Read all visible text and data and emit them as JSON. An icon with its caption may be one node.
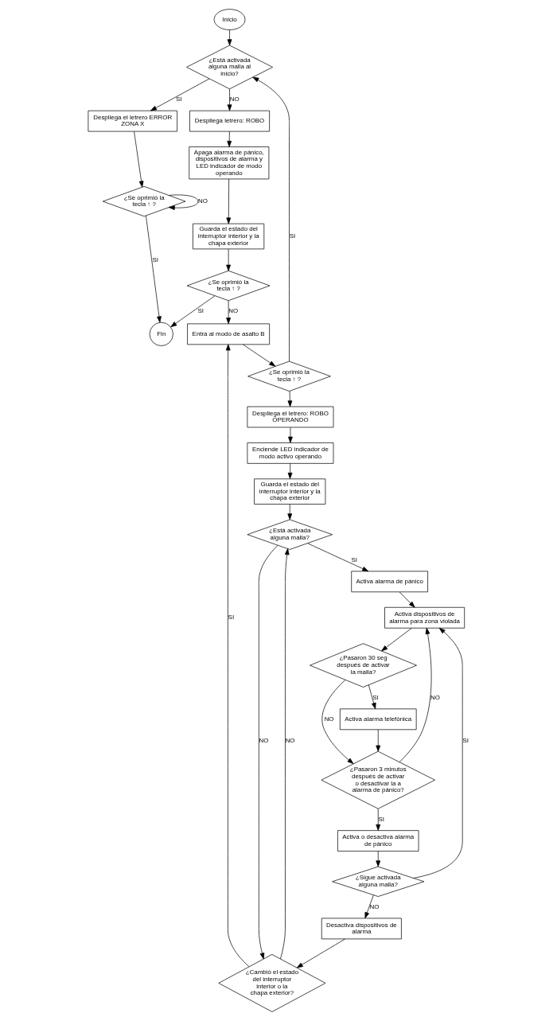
{
  "diagram": {
    "nodes": [
      {
        "text": [
          "Inicio"
        ]
      },
      {
        "text": [
          "¿Está activada alguna malla al inicio?"
        ]
      },
      {
        "text": [
          "Despliega el letrero ERROR ZONA X"
        ]
      },
      {
        "text": [
          "¿Se oprimió la tecla ↑ ?"
        ]
      },
      {
        "text": [
          "Despliega letrero: ROBO"
        ]
      },
      {
        "text": [
          "Apaga alarma de pánico, dispositivos de alarma y LED indicador de modo operando"
        ]
      },
      {
        "text": [
          "Guarda el estado del interruptor interior y la chapa exterior"
        ]
      },
      {
        "text": [
          "¿Se oprimió la tecla ↑ ?"
        ]
      },
      {
        "text": [
          "Fin"
        ]
      },
      {
        "text": [
          "Entra al modo de asalto B"
        ]
      },
      {
        "text": [
          "¿Se oprimió la tecla ↑ ?"
        ]
      },
      {
        "text": [
          "Despliega el letrero: ROBO OPERANDO"
        ]
      },
      {
        "text": [
          "Enciende LED indicador de modo activo operando"
        ]
      },
      {
        "text": [
          "Guarda el estado del interruptor interior y la chapa exterior"
        ]
      },
      {
        "text": [
          "¿Está activada alguna malla?"
        ]
      },
      {
        "text": [
          "Activa alarma de pánico"
        ]
      },
      {
        "text": [
          "Activa dispositivos de alarma para zona violada"
        ]
      },
      {
        "text": [
          "¿Pasaron 30 seg después de activar la malla?"
        ]
      },
      {
        "text": [
          "Activa alarma telefónica"
        ]
      },
      {
        "text": [
          "¿Pasaron 3 minutos después de activar o desactivar la a alarma de pánico?"
        ]
      },
      {
        "text": [
          "Activa o desactiva alarma de pánico"
        ]
      },
      {
        "text": [
          "¿Sigue activada alguna malla?"
        ]
      },
      {
        "text": [
          "Desactiva dispositivos de alarma"
        ]
      },
      {
        "text": [
          "¿Cambió el estado del interruptor interior o la chapa exterior?"
        ]
      }
    ],
    "edges": [
      {
        "from": 0,
        "to": 1,
        "arrow": "to"
      },
      {
        "from": 1,
        "to": 2,
        "arrow": "to",
        "label": "SI"
      },
      {
        "from": 1,
        "to": 4,
        "arrow": "to",
        "label": "NO"
      },
      {
        "from": 2,
        "to": 3,
        "arrow": "to"
      },
      {
        "from": 3,
        "to": 3,
        "arrow": "to",
        "label": "NO"
      },
      {
        "from": 3,
        "to": 8,
        "arrow": "to",
        "label": "SI"
      },
      {
        "from": 4,
        "to": 5,
        "arrow": "to"
      },
      {
        "from": 5,
        "to": 6,
        "arrow": "to"
      },
      {
        "from": 6,
        "to": 7,
        "arrow": "to"
      },
      {
        "from": 7,
        "to": 8,
        "arrow": "to",
        "label": "SI"
      },
      {
        "from": 7,
        "to": 9,
        "arrow": "to",
        "label": "NO"
      },
      {
        "from": 9,
        "to": 10,
        "arrow": "to"
      },
      {
        "from": 10,
        "to": 1,
        "arrow": "to",
        "label": "SI"
      },
      {
        "from": 10,
        "to": 11,
        "arrow": "to"
      },
      {
        "from": 11,
        "to": 12,
        "arrow": "to"
      },
      {
        "from": 12,
        "to": 13,
        "arrow": "to"
      },
      {
        "from": 13,
        "to": 14,
        "arrow": "to"
      },
      {
        "from": 14,
        "to": 15,
        "arrow": "to",
        "label": "SI"
      },
      {
        "from": 14,
        "to": 23,
        "arrow": "to",
        "label": "NO"
      },
      {
        "from": 15,
        "to": 16,
        "arrow": "to"
      },
      {
        "from": 16,
        "to": 17,
        "arrow": "to"
      },
      {
        "from": 17,
        "to": 18,
        "arrow": "to",
        "label": "SI"
      },
      {
        "from": 17,
        "to": 19,
        "arrow": "to",
        "label": "NO"
      },
      {
        "from": 18,
        "to": 19,
        "arrow": "to"
      },
      {
        "from": 19,
        "to": 20,
        "arrow": "to",
        "label": "SI"
      },
      {
        "from": 19,
        "to": 16,
        "arrow": "to",
        "label": "NO"
      },
      {
        "from": 20,
        "to": 21,
        "arrow": "to"
      },
      {
        "from": 21,
        "to": 22,
        "arrow": "to",
        "label": "NO"
      },
      {
        "from": 21,
        "to": 16,
        "arrow": "to",
        "label": "SI"
      },
      {
        "from": 22,
        "to": 23,
        "arrow": "to"
      },
      {
        "from": 23,
        "to": 9,
        "arrow": "to",
        "label": "SI"
      },
      {
        "from": 23,
        "to": 14,
        "arrow": "to",
        "label": "NO"
      }
    ]
  }
}
